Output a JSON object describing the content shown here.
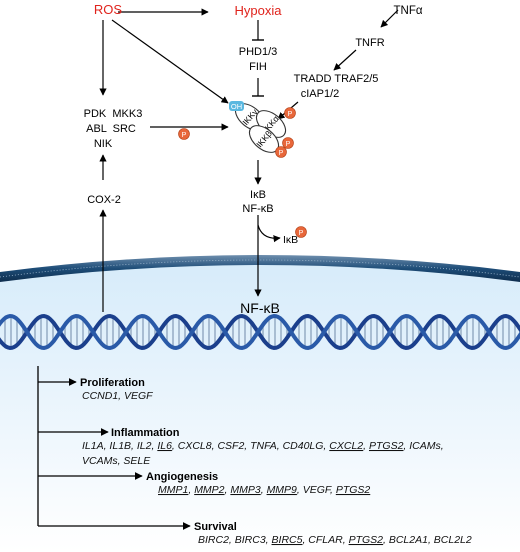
{
  "colors": {
    "ros_red": "#e0231c",
    "phospho_orange": "#e8673a",
    "oh_blue": "#5ab8e0",
    "membrane_dark": "#1e4d78",
    "dna_blue": "#1b3f8c",
    "nucleus_light": "#e9f5fd",
    "nucleus_fill": "#d7ecfb"
  },
  "labels": {
    "ros": "ROS",
    "hypoxia": "Hypoxia",
    "tnfa": "TNFα",
    "tnfr": "TNFR",
    "phd": "PHD1/3",
    "fih": "FIH",
    "tradd": "TRADD TRAF2/5",
    "ciap": "cIAP1/2",
    "kinases_line1": "PDK  MKK3",
    "kinases_line2": "ABL  SRC",
    "kinases_line3": "NIK",
    "cox2": "COX-2",
    "ikb": "IκB",
    "nfkb_cyto": "NF-κB",
    "ikb_released": "IκB",
    "nfkb_nuclear": "NF-κB",
    "oh": "OH",
    "ikk_gamma": "IKKγ",
    "ikk_alpha": "IKKα",
    "ikk_beta": "IKKβ",
    "phospho": "P"
  },
  "categories": [
    {
      "title": "Proliferation",
      "lines": [
        [
          {
            "t": "CCND1, VEGF",
            "u": false
          }
        ]
      ]
    },
    {
      "title": "Inflammation",
      "lines": [
        [
          {
            "t": "IL1A, IL1B, IL2, ",
            "u": false
          },
          {
            "t": "IL6",
            "u": true
          },
          {
            "t": ", CXCL8, CSF2, TNFA, CD40LG, ",
            "u": false
          },
          {
            "t": "CXCL2",
            "u": true
          },
          {
            "t": ", ",
            "u": false
          },
          {
            "t": "PTGS2",
            "u": true
          },
          {
            "t": ", ICAMs,",
            "u": false
          }
        ],
        [
          {
            "t": "VCAMs, SELE",
            "u": false
          }
        ]
      ]
    },
    {
      "title": "Angiogenesis",
      "lines": [
        [
          {
            "t": "MMP1",
            "u": true
          },
          {
            "t": ", ",
            "u": false
          },
          {
            "t": "MMP2",
            "u": true
          },
          {
            "t": ", ",
            "u": false
          },
          {
            "t": "MMP3",
            "u": true
          },
          {
            "t": ", ",
            "u": false
          },
          {
            "t": "MMP9",
            "u": true
          },
          {
            "t": ", VEGF, ",
            "u": false
          },
          {
            "t": "PTGS2",
            "u": true
          }
        ]
      ]
    },
    {
      "title": "Survival",
      "lines": [
        [
          {
            "t": "BIRC2, BIRC3, ",
            "u": false
          },
          {
            "t": "BIRC5",
            "u": true
          },
          {
            "t": ", CFLAR, ",
            "u": false
          },
          {
            "t": "PTGS2",
            "u": true
          },
          {
            "t": ", BCL2A1, BCL2L2",
            "u": false
          }
        ]
      ]
    }
  ]
}
